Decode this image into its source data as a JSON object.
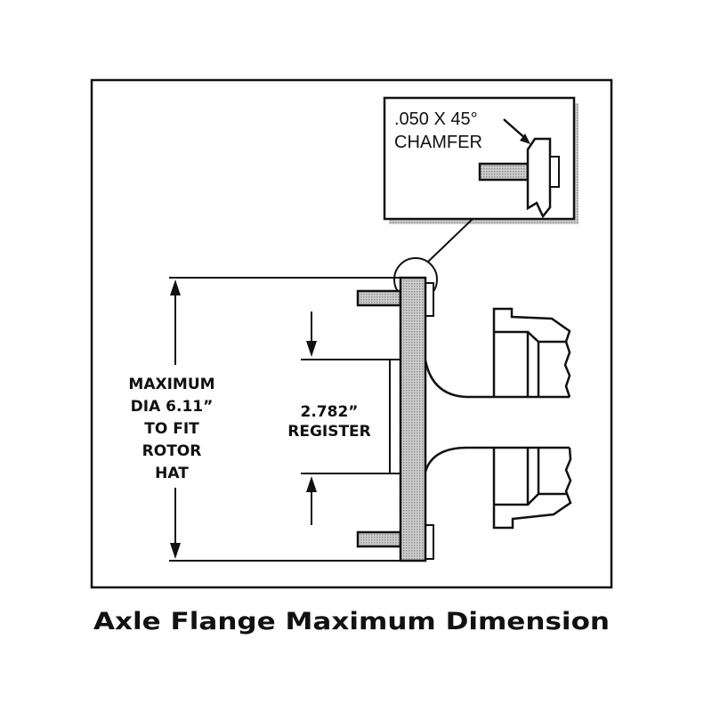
{
  "diagram": {
    "inset_labels": [
      ".050 X 45°",
      "CHAMFER"
    ],
    "max_dia_labels": [
      "MAXIMUM",
      "DIA 6.11”",
      "TO FIT",
      "ROTOR",
      "HAT"
    ],
    "register_labels": [
      "2.782”",
      "REGISTER"
    ],
    "caption": "Axle Flange Maximum Dimension",
    "colors": {
      "line": "#111111",
      "hatch": "#b8b8b8",
      "background": "#ffffff"
    }
  }
}
